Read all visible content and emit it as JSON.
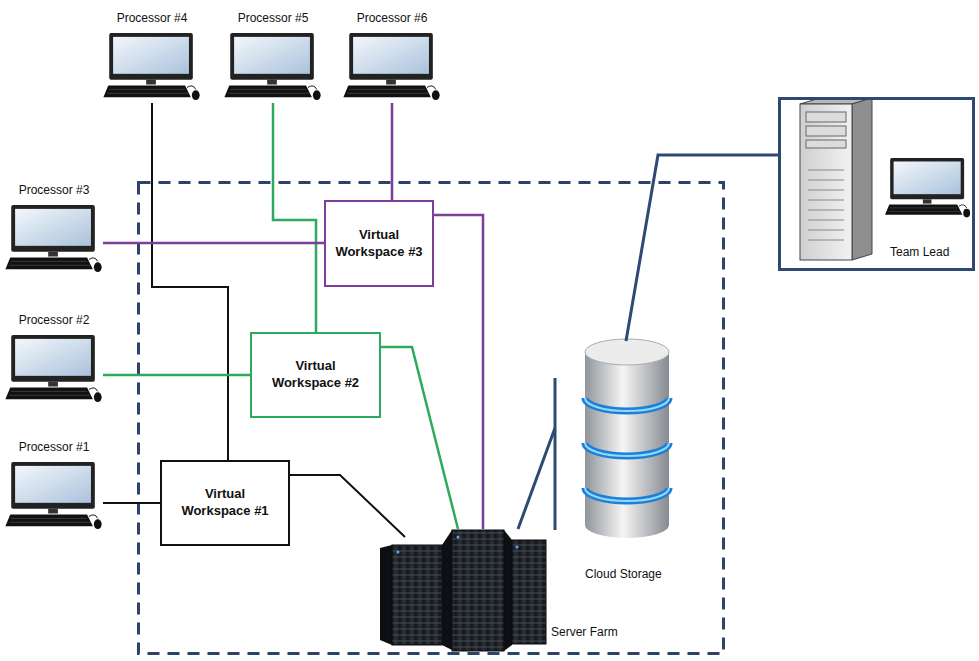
{
  "diagram": {
    "nodes": [
      {
        "text": [
          "Processor #4"
        ]
      },
      {
        "text": [
          "Processor #5"
        ]
      },
      {
        "text": [
          "Processor #6"
        ]
      },
      {
        "text": [
          "Team Lead"
        ]
      },
      {
        "text": [
          "Processor #3"
        ]
      },
      {
        "text": [
          "Virtual Workspace #3"
        ]
      },
      {
        "text": [
          "Processor #2"
        ]
      },
      {
        "text": [
          "Virtual Workspace #2"
        ]
      },
      {
        "text": [
          "Cloud Storage"
        ]
      },
      {
        "text": [
          "Processor #1"
        ]
      },
      {
        "text": [
          "Virtual Workspace #1"
        ]
      },
      {
        "text": [
          "Server Farm"
        ]
      }
    ],
    "edges": [
      {
        "from": 9,
        "to": 10,
        "arrow": "none"
      },
      {
        "from": 0,
        "to": 10,
        "arrow": "none"
      },
      {
        "from": 10,
        "to": 11,
        "arrow": "none"
      },
      {
        "from": 6,
        "to": 7,
        "arrow": "none"
      },
      {
        "from": 1,
        "to": 7,
        "arrow": "none"
      },
      {
        "from": 7,
        "to": 11,
        "arrow": "none"
      },
      {
        "from": 4,
        "to": 5,
        "arrow": "none"
      },
      {
        "from": 2,
        "to": 5,
        "arrow": "none"
      },
      {
        "from": 5,
        "to": 11,
        "arrow": "none"
      },
      {
        "from": 11,
        "to": 8,
        "arrow": "none"
      },
      {
        "from": 8,
        "to": 3,
        "arrow": "none"
      }
    ]
  }
}
